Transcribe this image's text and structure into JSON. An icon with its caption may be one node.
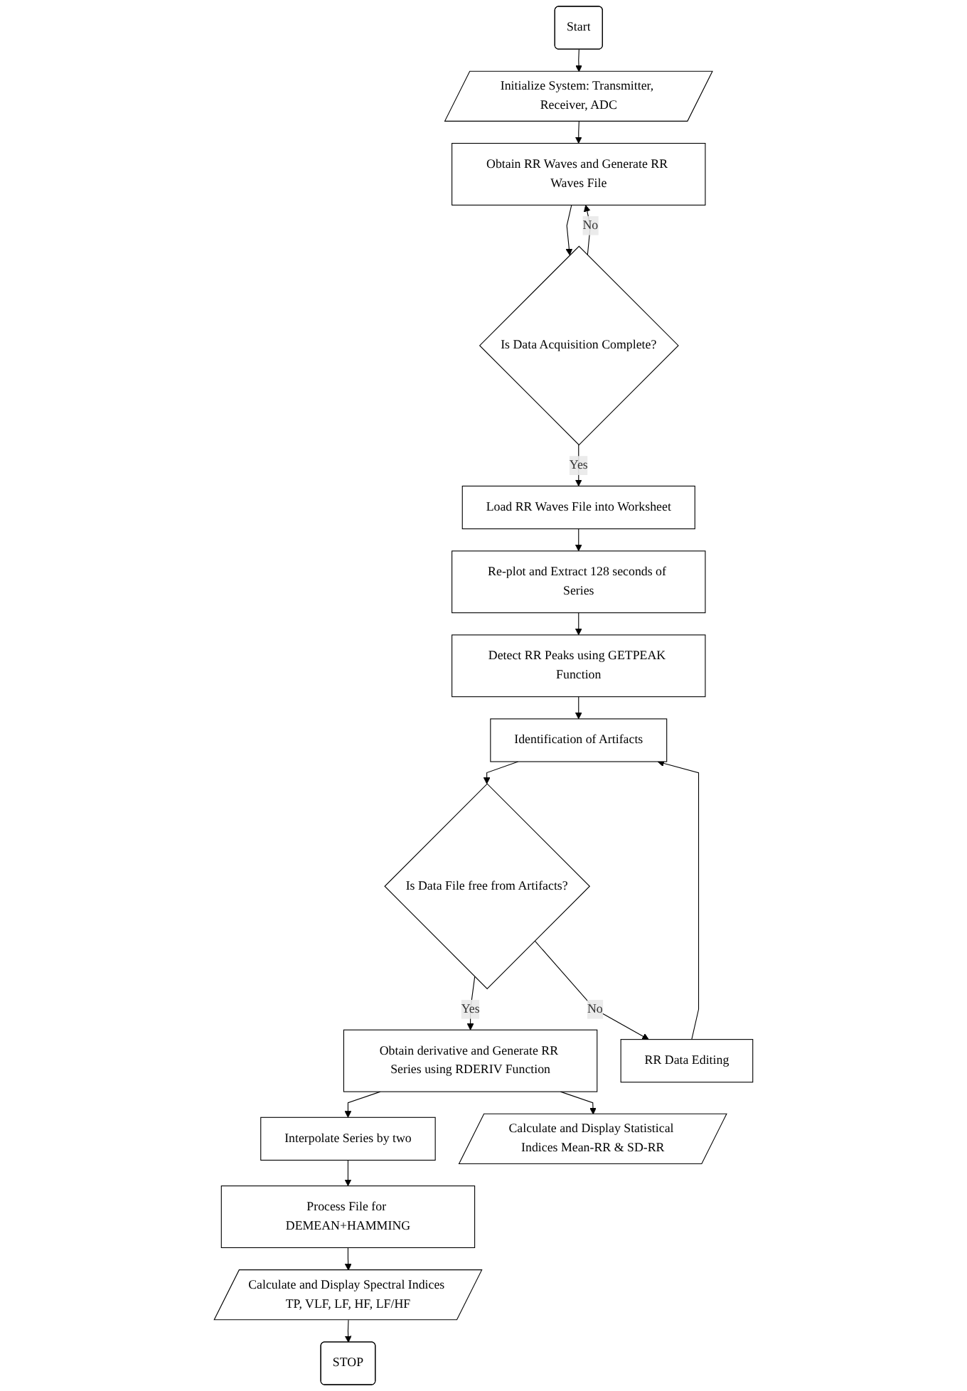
{
  "diagram": {
    "nodes": [
      {
        "text": [
          "Start"
        ]
      },
      {
        "text": [
          "Initialize System: Transmitter, Receiver, ADC"
        ]
      },
      {
        "text": [
          "Obtain RR Waves and Generate RR Waves File"
        ]
      },
      {
        "text": [
          "Is Data Acquisition Complete?"
        ]
      },
      {
        "text": [
          "Load RR Waves File into Worksheet"
        ]
      },
      {
        "text": [
          "Re-plot and Extract 128 seconds of Series"
        ]
      },
      {
        "text": [
          "Detect RR Peaks using GETPEAK Function"
        ]
      },
      {
        "text": [
          "Identification of Artifacts"
        ]
      },
      {
        "text": [
          "Is Data File free from Artifacts?"
        ]
      },
      {
        "text": [
          "RR Data Editing"
        ]
      },
      {
        "text": [
          "Obtain derivative and Generate RR Series using RDERIV Function"
        ]
      },
      {
        "text": [
          "Interpolate Series by two"
        ]
      },
      {
        "text": [
          "Calculate and Display Statistical Indices Mean-RR & SD-RR"
        ]
      },
      {
        "text": [
          "Process File for DEMEAN+HAMMING"
        ]
      },
      {
        "text": [
          "Calculate and Display Spectral Indices TP, VLF, LF, HF, LF/HF"
        ]
      },
      {
        "text": [
          "STOP"
        ]
      }
    ],
    "edges": [
      {
        "from": 0,
        "to": 1,
        "arrow": "to"
      },
      {
        "from": 1,
        "to": 2,
        "arrow": "to"
      },
      {
        "from": 2,
        "to": 3,
        "arrow": "to"
      },
      {
        "from": 3,
        "to": 4,
        "arrow": "to",
        "label": "Yes"
      },
      {
        "from": 3,
        "to": 2,
        "arrow": "to",
        "label": "No"
      },
      {
        "from": 4,
        "to": 5,
        "arrow": "to"
      },
      {
        "from": 5,
        "to": 6,
        "arrow": "to"
      },
      {
        "from": 6,
        "to": 7,
        "arrow": "to"
      },
      {
        "from": 7,
        "to": 8,
        "arrow": "to"
      },
      {
        "from": 8,
        "to": 10,
        "arrow": "to",
        "label": "Yes"
      },
      {
        "from": 8,
        "to": 9,
        "arrow": "to",
        "label": "No"
      },
      {
        "from": 9,
        "to": 7,
        "arrow": "to"
      },
      {
        "from": 10,
        "to": 11,
        "arrow": "to"
      },
      {
        "from": 10,
        "to": 12,
        "arrow": "to"
      },
      {
        "from": 11,
        "to": 13,
        "arrow": "to"
      },
      {
        "from": 13,
        "to": 14,
        "arrow": "to"
      },
      {
        "from": 14,
        "to": 15,
        "arrow": "to"
      }
    ]
  }
}
